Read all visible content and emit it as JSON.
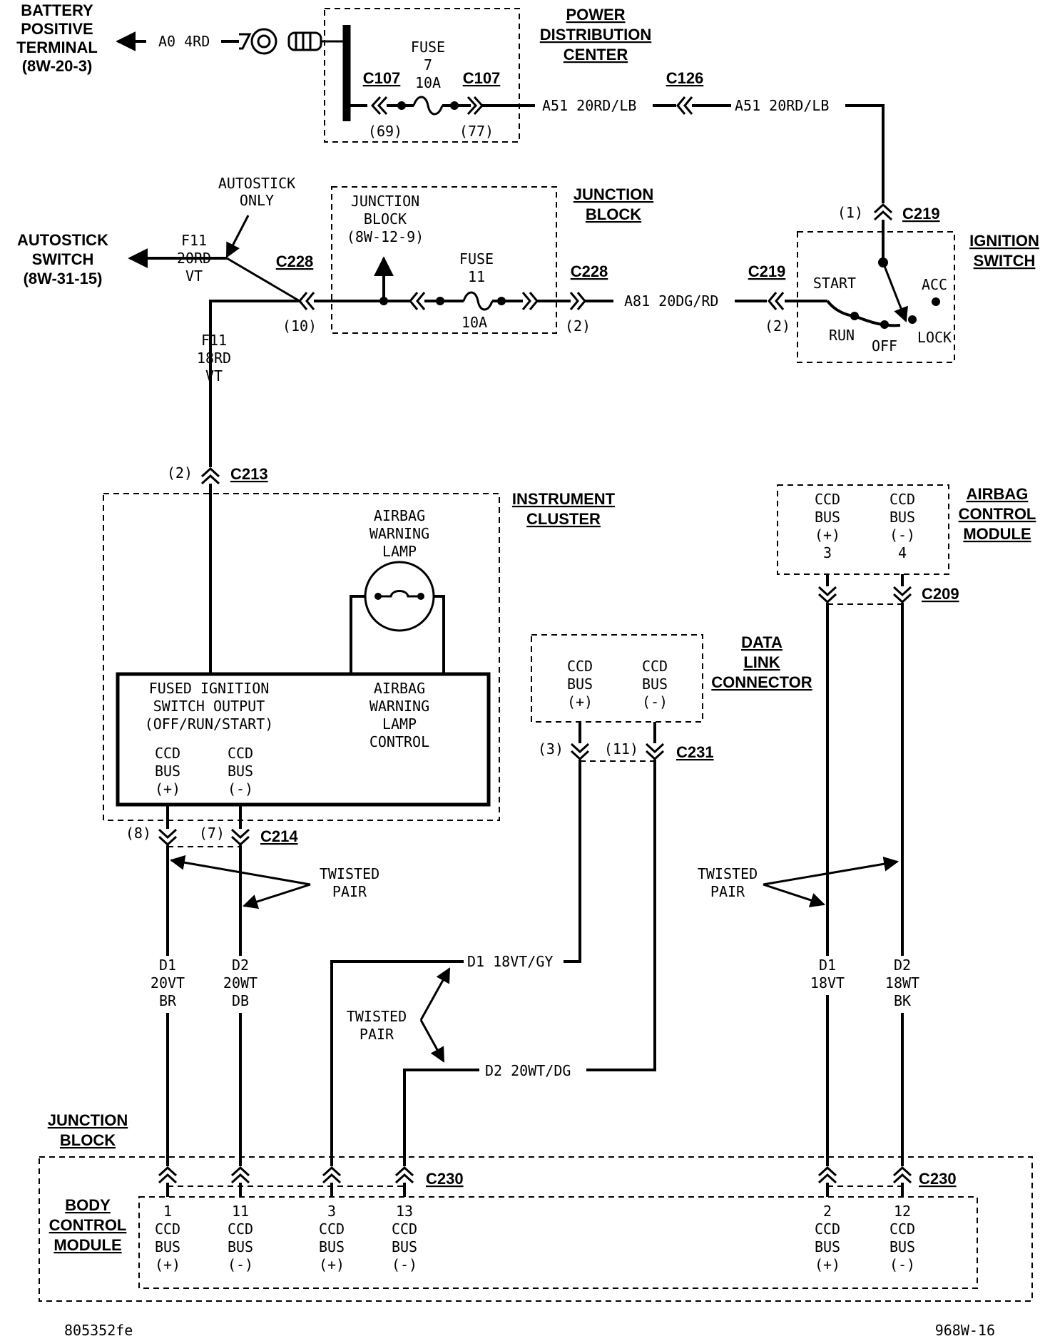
{
  "battery": {
    "title": [
      "BATTERY",
      "POSITIVE",
      "TERMINAL"
    ],
    "ref": "(8W-20-3)",
    "wire": "A0 4RD"
  },
  "pdc": {
    "title": [
      "POWER",
      "DISTRIBUTION",
      "CENTER"
    ],
    "fuse_label": "FUSE",
    "fuse_num": "7",
    "fuse_amp": "10A",
    "conn_left": "C107",
    "conn_right": "C107",
    "pin_left": "(69)",
    "pin_right": "(77)"
  },
  "c126": {
    "name": "C126",
    "wire_left": "A51 20RD/LB",
    "wire_right": "A51 20RD/LB"
  },
  "ignition": {
    "title": [
      "IGNITION",
      "SWITCH"
    ],
    "conn_top": "C219",
    "pin_top": "(1)",
    "conn_left": "C219",
    "pin_left": "(2)",
    "positions": {
      "start": "START",
      "acc": "ACC",
      "run": "RUN",
      "off": "OFF",
      "lock": "LOCK"
    }
  },
  "junction_top": {
    "title": [
      "JUNCTION",
      "BLOCK"
    ],
    "inner": [
      "JUNCTION",
      "BLOCK",
      "(8W-12-9)"
    ],
    "fuse_label": "FUSE",
    "fuse_num": "11",
    "fuse_amp": "10A",
    "conn_left": "C228",
    "pin_left": "(10)",
    "conn_right": "C228",
    "pin_right": "(2)",
    "wire_out": "A81 20DG/RD"
  },
  "autostick": {
    "note": [
      "AUTOSTICK",
      "ONLY"
    ],
    "title": [
      "AUTOSTICK",
      "SWITCH"
    ],
    "ref": "(8W-31-15)",
    "wire_top": [
      "F11",
      "20RD",
      "VT"
    ],
    "wire_down": [
      "F11",
      "18RD",
      "VT"
    ]
  },
  "c213": {
    "name": "C213",
    "pin": "(2)"
  },
  "cluster": {
    "title": [
      "INSTRUMENT",
      "CLUSTER"
    ],
    "lamp": [
      "AIRBAG",
      "WARNING",
      "LAMP"
    ],
    "fused": [
      "FUSED IGNITION",
      "SWITCH OUTPUT",
      "(OFF/RUN/START)"
    ],
    "lamp_ctrl": [
      "AIRBAG",
      "WARNING",
      "LAMP",
      "CONTROL"
    ],
    "bus_pos": [
      "CCD",
      "BUS",
      "(+)"
    ],
    "bus_neg": [
      "CCD",
      "BUS",
      "(-)"
    ]
  },
  "c214": {
    "name": "C214",
    "pin_a": "(8)",
    "pin_b": "(7)"
  },
  "twisted_pair": [
    "TWISTED",
    "PAIR"
  ],
  "wires_left": {
    "d1": [
      "D1",
      "20VT",
      "BR"
    ],
    "d2": [
      "D2",
      "20WT",
      "DB"
    ]
  },
  "dlc": {
    "title": [
      "DATA",
      "LINK",
      "CONNECTOR"
    ],
    "bus_pos": [
      "CCD",
      "BUS",
      "(+)"
    ],
    "bus_neg": [
      "CCD",
      "BUS",
      "(-)"
    ],
    "conn": "C231",
    "pin_a": "(3)",
    "pin_b": "(11)",
    "wire_d1": "D1 18VT/GY",
    "wire_d2": "D2 20WT/DG"
  },
  "acm": {
    "title": [
      "AIRBAG",
      "CONTROL",
      "MODULE"
    ],
    "bus_pos": [
      "CCD",
      "BUS",
      "(+)",
      "3"
    ],
    "bus_neg": [
      "CCD",
      "BUS",
      "(-)",
      "4"
    ],
    "conn": "C209",
    "wire_d1": [
      "D1",
      "18VT"
    ],
    "wire_d2": [
      "D2",
      "18WT",
      "BK"
    ]
  },
  "junction_bottom": {
    "title": [
      "JUNCTION",
      "BLOCK"
    ],
    "bcm": [
      "BODY",
      "CONTROL",
      "MODULE"
    ],
    "conn_left": "C230",
    "conn_right": "C230",
    "pins": [
      {
        "num": "1",
        "lines": [
          "CCD",
          "BUS",
          "(+)"
        ]
      },
      {
        "num": "11",
        "lines": [
          "CCD",
          "BUS",
          "(-)"
        ]
      },
      {
        "num": "3",
        "lines": [
          "CCD",
          "BUS",
          "(+)"
        ]
      },
      {
        "num": "13",
        "lines": [
          "CCD",
          "BUS",
          "(-)"
        ]
      },
      {
        "num": "2",
        "lines": [
          "CCD",
          "BUS",
          "(+)"
        ]
      },
      {
        "num": "12",
        "lines": [
          "CCD",
          "BUS",
          "(-)"
        ]
      }
    ]
  },
  "footer": {
    "left": "805352fe",
    "right": "968W-16"
  }
}
